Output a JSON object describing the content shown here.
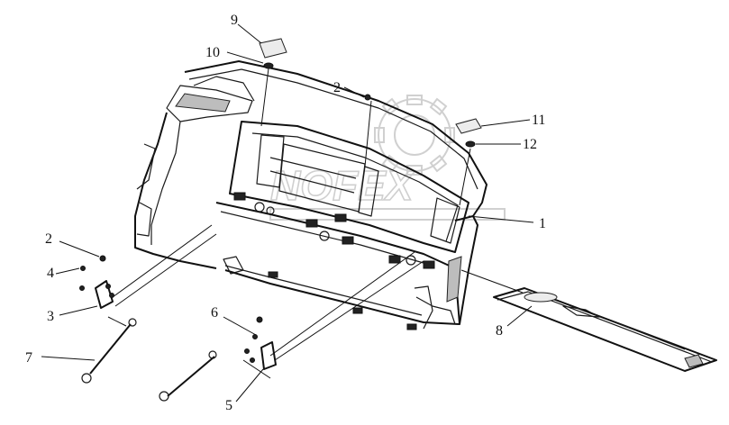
{
  "callouts": [
    {
      "id": "1",
      "label": "1"
    },
    {
      "id": "2a",
      "label": "2"
    },
    {
      "id": "2b",
      "label": "2"
    },
    {
      "id": "3",
      "label": "3"
    },
    {
      "id": "4",
      "label": "4"
    },
    {
      "id": "5",
      "label": "5"
    },
    {
      "id": "6",
      "label": "6"
    },
    {
      "id": "7",
      "label": "7"
    },
    {
      "id": "8",
      "label": "8"
    },
    {
      "id": "9",
      "label": "9"
    },
    {
      "id": "10",
      "label": "10"
    },
    {
      "id": "11",
      "label": "11"
    },
    {
      "id": "12",
      "label": "12"
    }
  ],
  "watermark": {
    "text": "NOFEX",
    "icon": "gear-logo-icon",
    "color": "#d0d0d0"
  },
  "colors": {
    "line": "#1a1a1a",
    "background": "#ffffff"
  }
}
